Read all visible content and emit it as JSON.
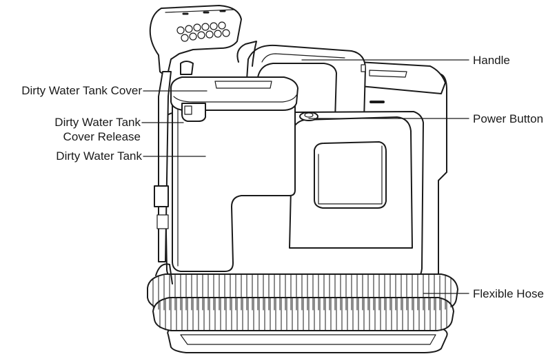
{
  "labels": {
    "dirty_water_tank_cover": "Dirty Water Tank Cover",
    "cover_release_line1": "Dirty Water Tank",
    "cover_release_line2": "Cover Release",
    "dirty_water_tank": "Dirty Water Tank",
    "handle": "Handle",
    "power_button": "Power Button",
    "flexible_hose": "Flexible Hose"
  },
  "colors": {
    "line": "#1a1a1a",
    "fill": "#ffffff"
  }
}
